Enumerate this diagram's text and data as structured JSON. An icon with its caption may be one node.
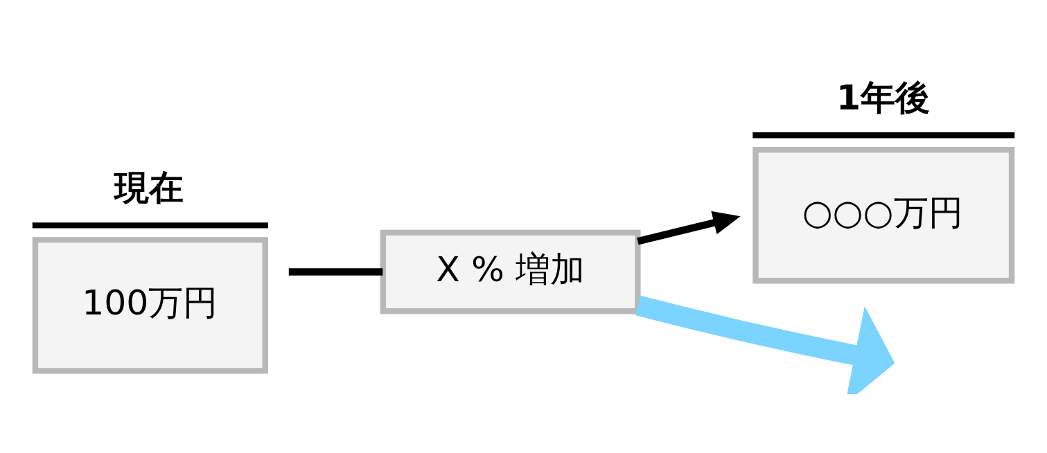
{
  "diagram": {
    "nodes": [
      {
        "text": [
          "現在",
          "100万円"
        ]
      },
      {
        "text": [
          "X % 増加"
        ]
      },
      {
        "text": [
          "1年後",
          "○○○万円"
        ]
      }
    ],
    "edges": [
      {
        "from": 0,
        "to": 1,
        "arrow": "none"
      },
      {
        "from": 1,
        "to": 2,
        "arrow": "to"
      },
      {
        "from": 1,
        "to": null,
        "arrow": "to",
        "style": "thick",
        "color": "#7ad4fe"
      }
    ]
  }
}
